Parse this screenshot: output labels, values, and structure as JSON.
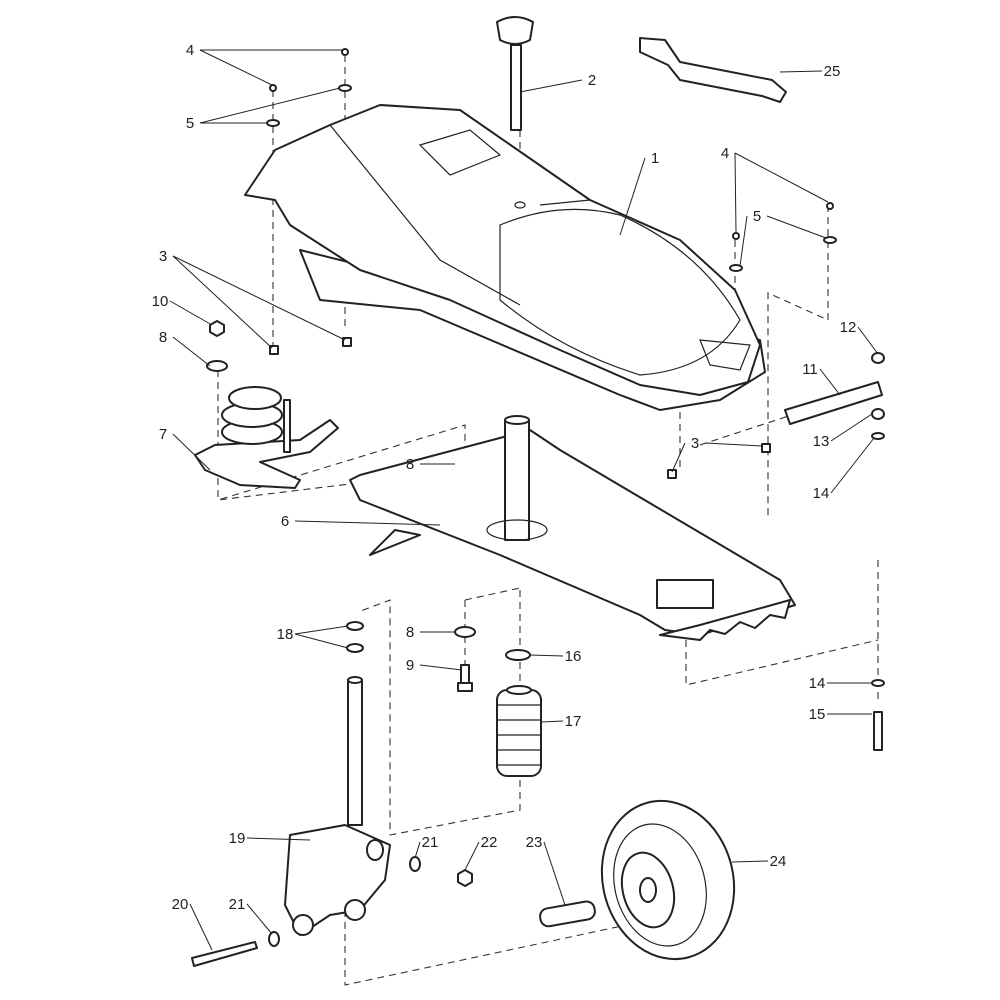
{
  "diagram": {
    "type": "exploded-parts-diagram",
    "callouts": [
      "4",
      "5",
      "2",
      "25",
      "1",
      "4",
      "5",
      "3",
      "10",
      "8",
      "7",
      "12",
      "11",
      "13",
      "3",
      "14",
      "8",
      "6",
      "18",
      "8",
      "9",
      "16",
      "17",
      "14",
      "15",
      "19",
      "21",
      "22",
      "23",
      "24",
      "20",
      "21"
    ]
  },
  "colors": {
    "line": "#222222",
    "background": "#ffffff"
  }
}
